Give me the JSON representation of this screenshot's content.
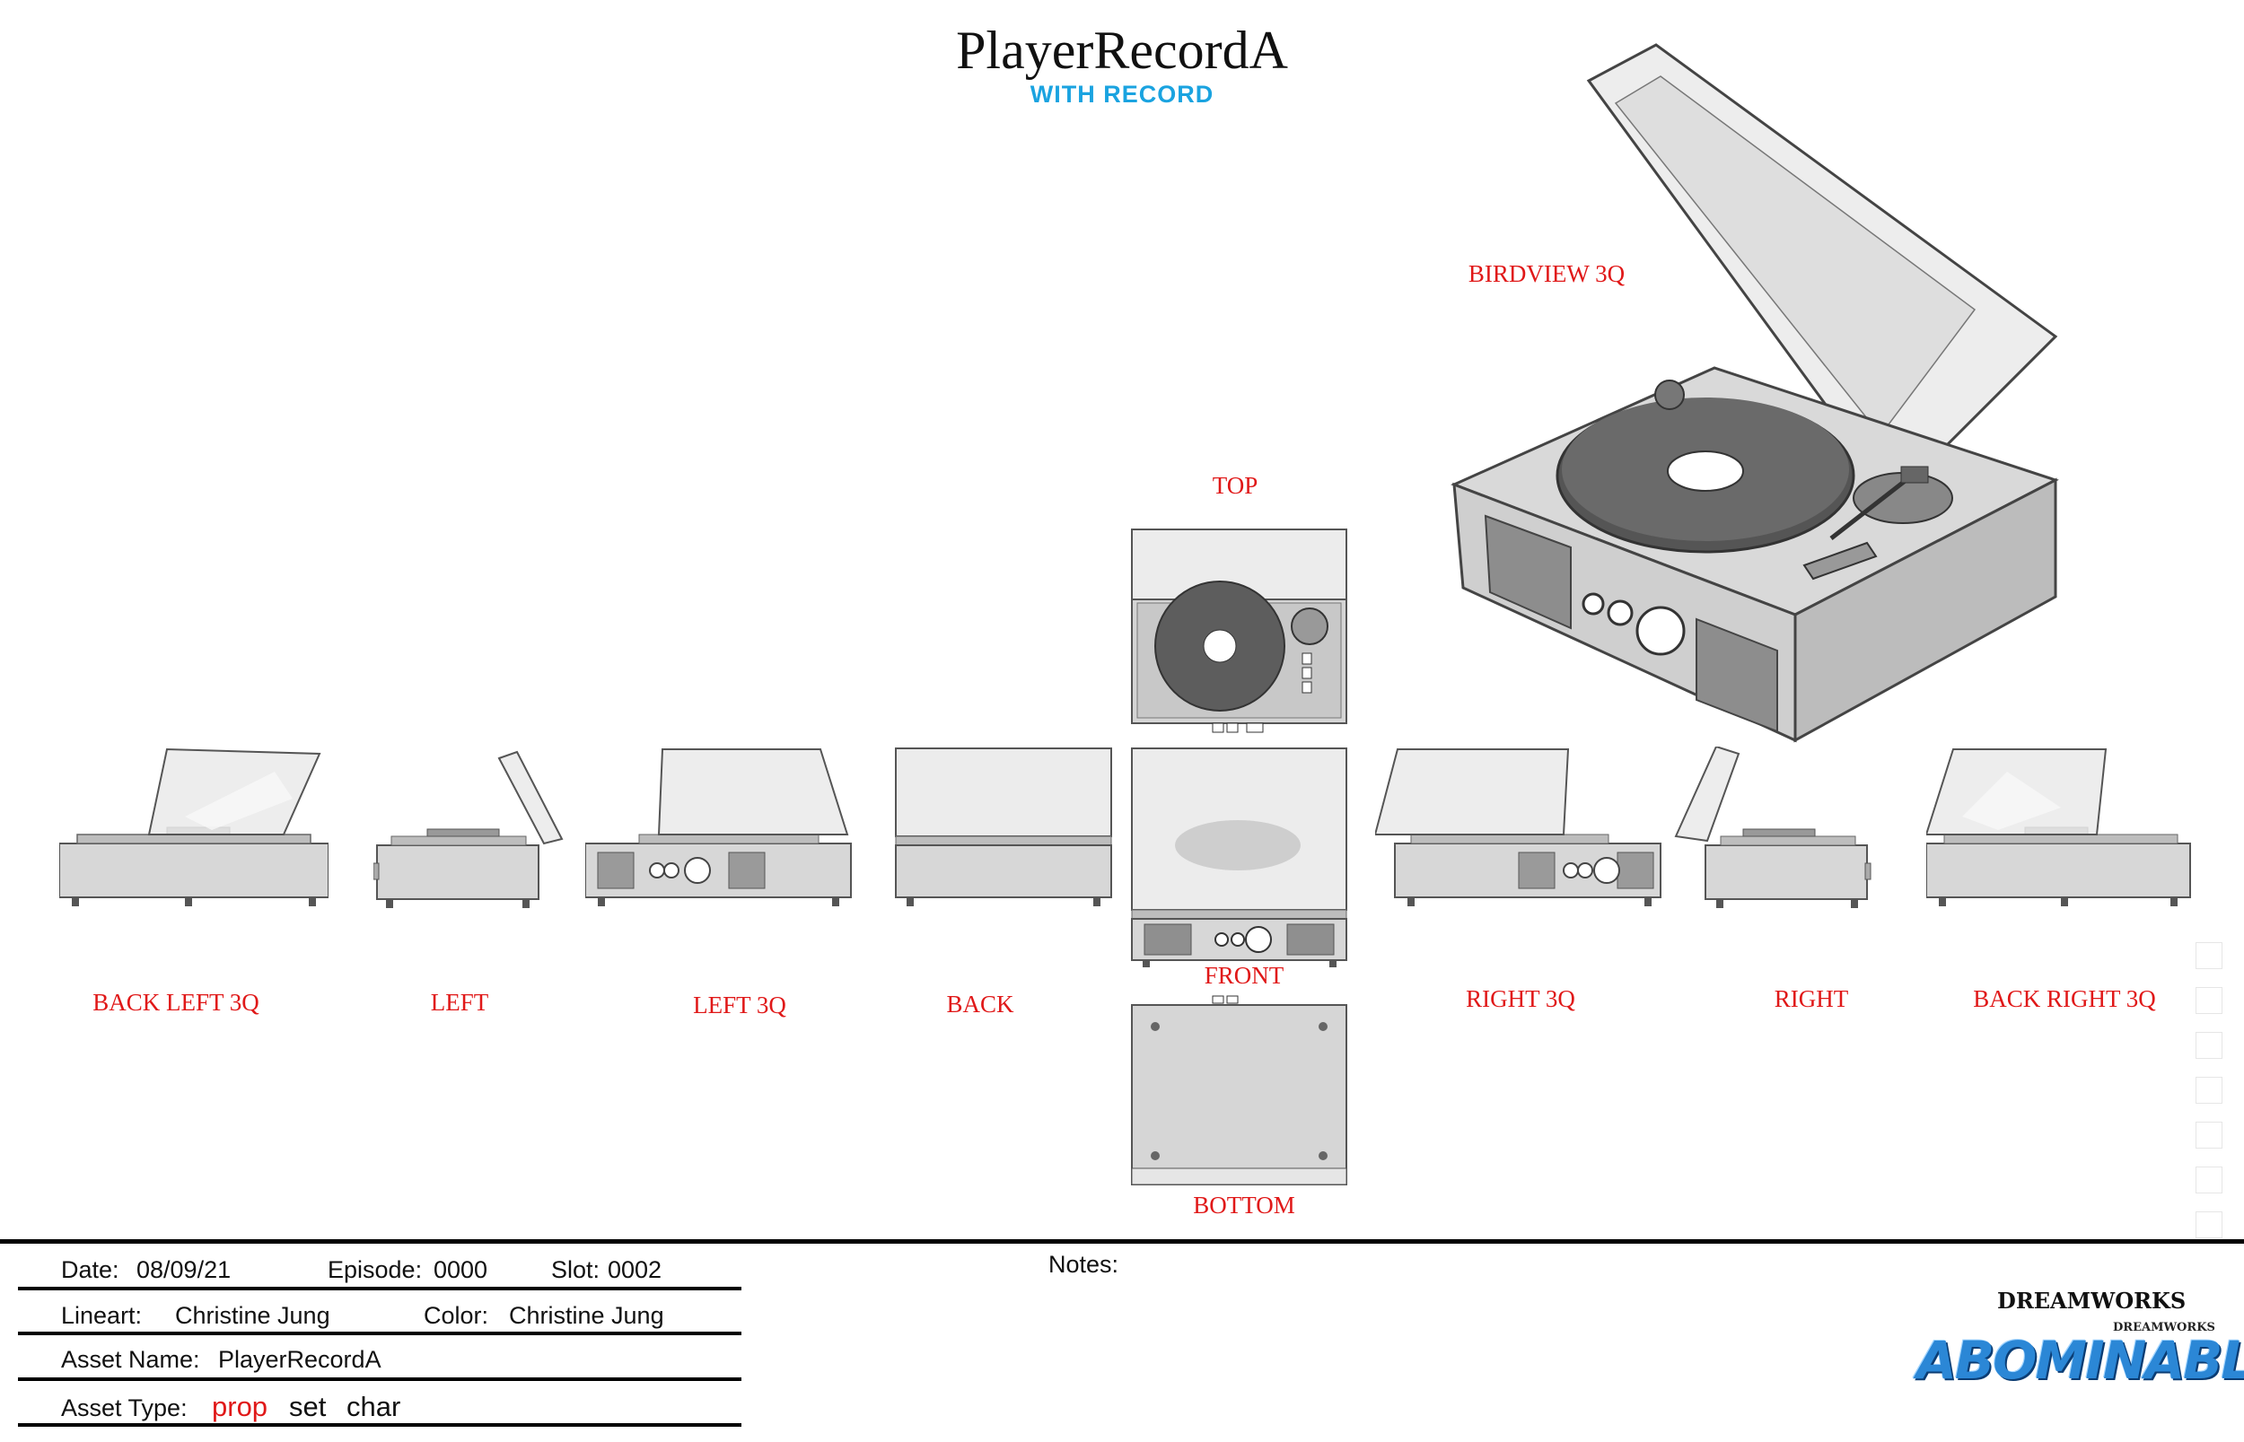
{
  "header": {
    "title": "PlayerRecordA",
    "subtitle": "WITH RECORD"
  },
  "views": {
    "birdview": "BIRDVIEW 3Q",
    "top": "TOP",
    "front": "FRONT",
    "bottom": "BOTTOM",
    "back_left_3q": "BACK LEFT 3Q",
    "left": "LEFT",
    "left_3q": "LEFT 3Q",
    "back": "BACK",
    "right_3q": "RIGHT 3Q",
    "right": "RIGHT",
    "back_right_3q": "BACK RIGHT 3Q"
  },
  "footer": {
    "date_label": "Date:",
    "date_value": "08/09/21",
    "episode_label": "Episode:",
    "episode_value": "0000",
    "slot_label": "Slot:",
    "slot_value": "0002",
    "lineart_label": "Lineart:",
    "lineart_value": "Christine Jung",
    "color_label": "Color:",
    "color_value": "Christine Jung",
    "asset_name_label": "Asset Name:",
    "asset_name_value": "PlayerRecordA",
    "asset_type_label": "Asset Type:",
    "asset_type_options": [
      "prop",
      "set",
      "char"
    ],
    "asset_type_selected": "prop",
    "notes_label": "Notes:"
  },
  "logos": {
    "studio": "DREAMWORKS",
    "studio_small": "DREAMWORKS",
    "film": "ABOMINABLE"
  },
  "colors": {
    "label_red": "#e01818",
    "subtitle_blue": "#1aa3e0",
    "logo_blue": "#2b87d6"
  }
}
